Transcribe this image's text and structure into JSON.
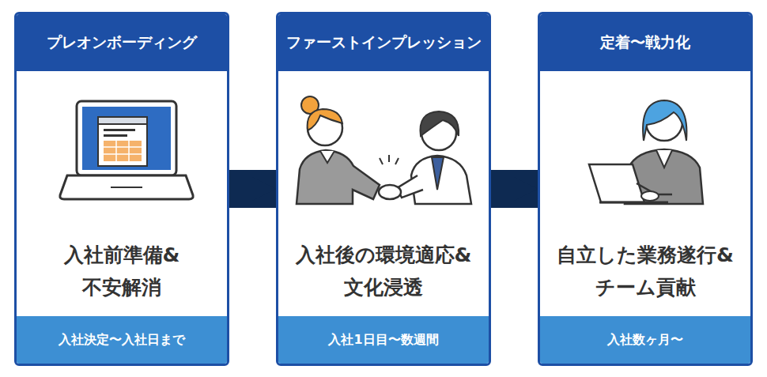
{
  "diagram": {
    "nodes": [
      {
        "text": [
          "入社前準備& 不安解消"
        ]
      },
      {
        "text": [
          "プレオンボーディング"
        ],
        "in": 0
      },
      {
        "text": [
          "入社決定〜入社日まで"
        ],
        "in": 0
      },
      {
        "text": [
          "入社後の環境適応& 文化浸透"
        ]
      },
      {
        "text": [
          "ファーストインプレッション"
        ],
        "in": 3
      },
      {
        "text": [
          "入社1日目〜数週間"
        ],
        "in": 3
      },
      {
        "text": [
          "自立した業務遂行& チーム貢献"
        ]
      },
      {
        "text": [
          "定着〜戦力化"
        ],
        "in": 6
      },
      {
        "text": [
          "入社数ヶ月〜"
        ],
        "in": 6
      }
    ],
    "edges": [
      {
        "from": 0,
        "to": 3,
        "arrow": "to"
      },
      {
        "from": 3,
        "to": 6,
        "arrow": "to"
      }
    ]
  }
}
